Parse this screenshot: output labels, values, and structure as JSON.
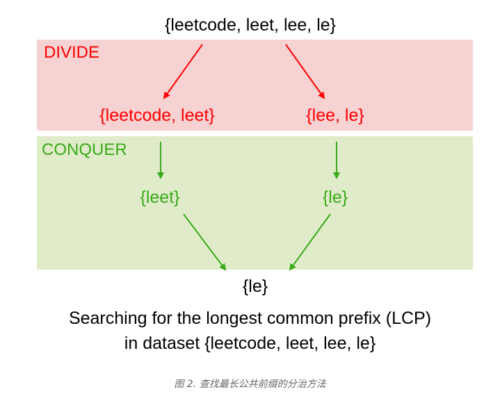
{
  "diagram": {
    "root_set": "{leetcode, leet, lee, le}",
    "divide": {
      "title": "DIVIDE",
      "left_set": "{leetcode, leet}",
      "right_set": "{lee, le}"
    },
    "conquer": {
      "title": "CONQUER",
      "left_result": "{leet}",
      "right_result": "{le}"
    },
    "final_result": "{le}",
    "colors": {
      "divide_text": "#ff0000",
      "divide_band": "#f6d2d2",
      "conquer_text": "#3aaa1a",
      "conquer_band": "#e0ecc9"
    }
  },
  "description": {
    "line1": "Searching for the longest common prefix (LCP)",
    "line2": "in dataset {leetcode, leet, lee, le}"
  },
  "figure_caption": "图 2. 查找最长公共前缀的分治方法"
}
